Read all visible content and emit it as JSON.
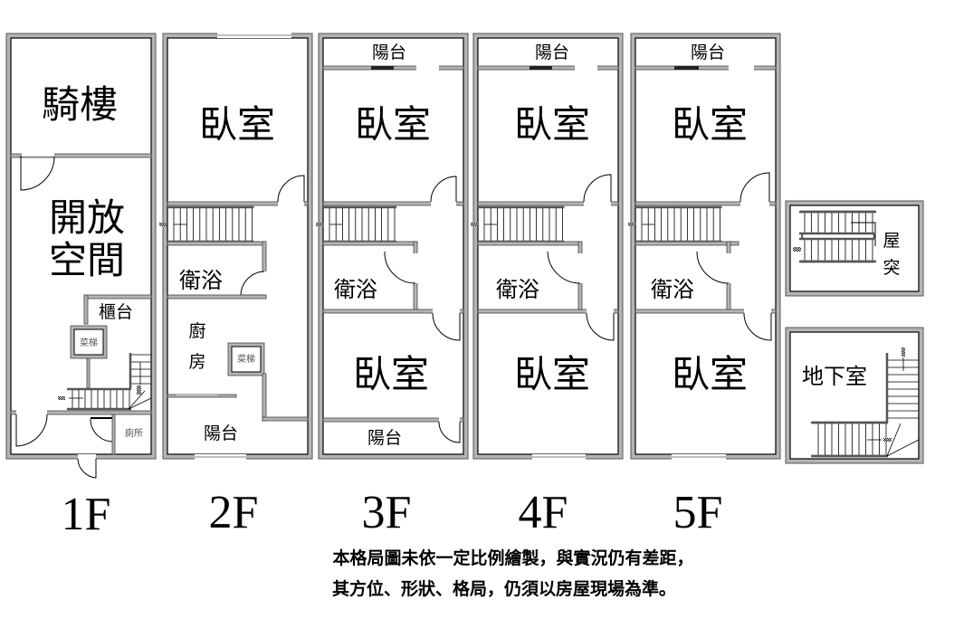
{
  "floors": [
    {
      "id": "1F",
      "label": "1F",
      "rooms": {
        "arcade": "騎樓",
        "open_space_line1": "開放",
        "open_space_line2": "空間",
        "counter": "櫃台",
        "dumbwaiter": "菜梯",
        "toilet": "廁所"
      }
    },
    {
      "id": "2F",
      "label": "2F",
      "rooms": {
        "bedroom": "臥室",
        "bathroom": "衛浴",
        "kitchen_line1": "廚",
        "kitchen_line2": "房",
        "dumbwaiter": "菜梯",
        "balcony": "陽台"
      }
    },
    {
      "id": "3F",
      "label": "3F",
      "rooms": {
        "balcony_front": "陽台",
        "bedroom_front": "臥室",
        "bathroom": "衛浴",
        "bedroom_back": "臥室",
        "balcony_back": "陽台"
      }
    },
    {
      "id": "4F",
      "label": "4F",
      "rooms": {
        "balcony_front": "陽台",
        "bedroom_front": "臥室",
        "bathroom": "衛浴",
        "bedroom_back": "臥室"
      }
    },
    {
      "id": "5F",
      "label": "5F",
      "rooms": {
        "balcony_front": "陽台",
        "bedroom_front": "臥室",
        "bathroom": "衛浴",
        "bedroom_back": "臥室"
      }
    }
  ],
  "extras": {
    "rooftop_line1": "屋",
    "rooftop_line2": "突",
    "basement": "地下室"
  },
  "disclaimer": {
    "line1": "本格局圖未依一定比例繪製，與實況仍有差距，",
    "line2": "其方位、形狀、格局，仍須以房屋現場為準。"
  }
}
